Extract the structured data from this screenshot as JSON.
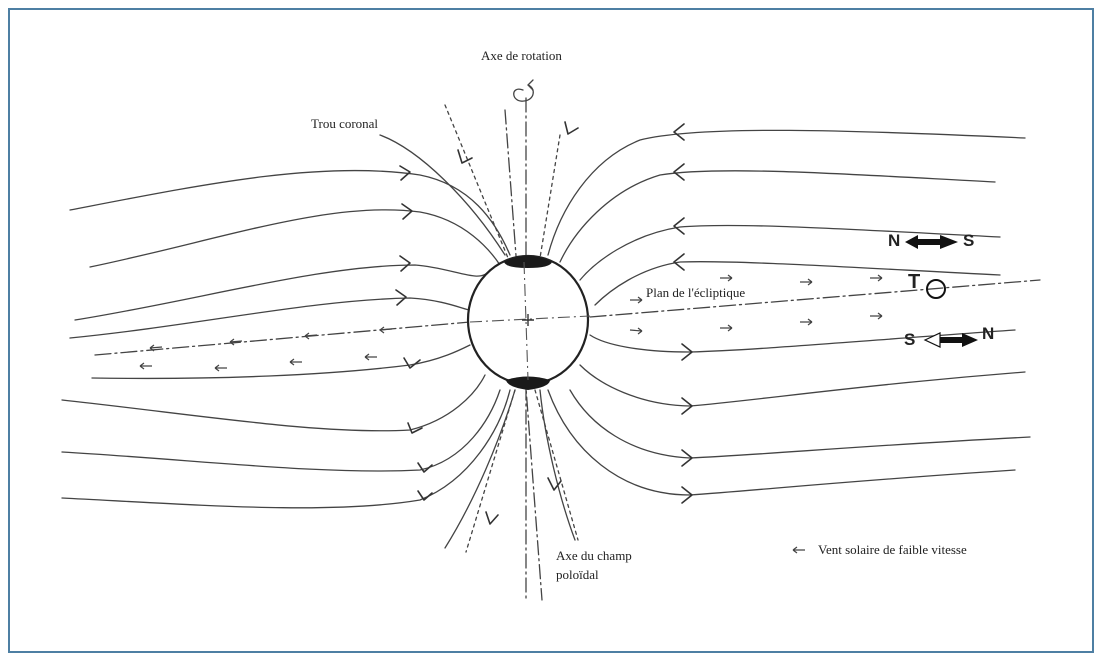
{
  "labels": {
    "rotation_axis": "Axe de rotation",
    "coronal_hole": "Trou coronal",
    "ecliptic_plane": "Plan de l'écliptique",
    "poloidal_axis_line1": "Axe du champ",
    "poloidal_axis_line2": "poloïdal",
    "slow_wind_legend": "Vent solaire de faible vitesse"
  },
  "polarity": {
    "top_left": "N",
    "top_right": "S",
    "t_mark": "T",
    "bottom_left": "S",
    "bottom_right": "N"
  },
  "colors": {
    "frame": "#4e7fa3",
    "ink": "#333333",
    "pole_cap": "#1a1a1a"
  }
}
